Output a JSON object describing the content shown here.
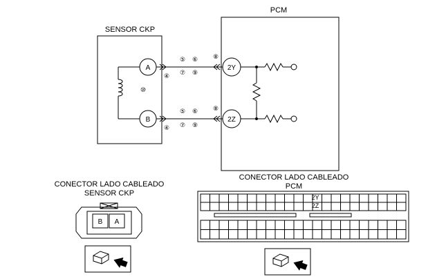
{
  "pcm": {
    "title": "PCM",
    "pins": {
      "top": "2Y",
      "bottom": "2Z"
    }
  },
  "sensor": {
    "title": "SENSOR CKP",
    "pins": {
      "top": "A",
      "bottom": "B"
    },
    "coil_ref": "⑩"
  },
  "refs": {
    "a": [
      "④",
      "⑤",
      "⑥",
      "⑦",
      "⑨",
      "⑧"
    ],
    "b": [
      "④",
      "⑤",
      "⑥",
      "⑦",
      "⑨",
      "⑧"
    ]
  },
  "connector_sensor": {
    "title_line1": "CONECTOR LADO CABLEADO",
    "title_line2": "SENSOR CKP",
    "pins": [
      "B",
      "A"
    ]
  },
  "connector_pcm": {
    "title_line1": "CONECTOR LADO CABLEADO",
    "title_line2": "PCM",
    "cell_top": "2Y",
    "cell_bottom": "2Z"
  },
  "icons": [
    "connector-probe-icon",
    "connector-probe-icon"
  ]
}
